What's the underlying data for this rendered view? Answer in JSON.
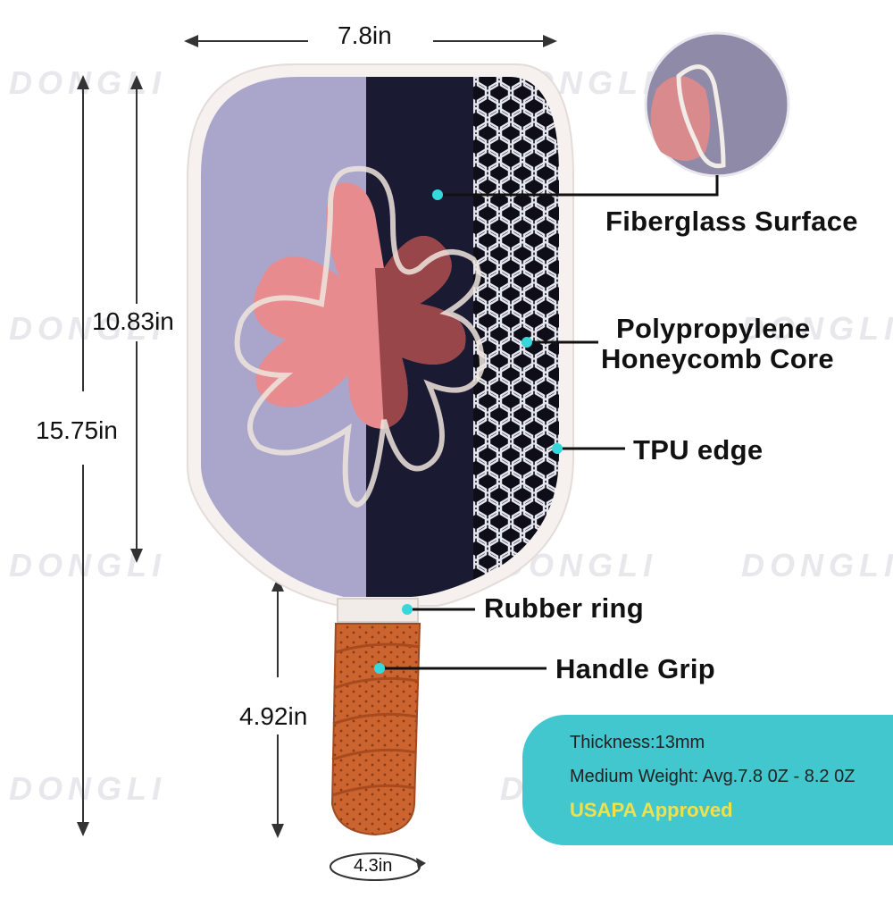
{
  "dimensions": {
    "width_top": "7.8in",
    "face_height": "10.83in",
    "total_height": "15.75in",
    "handle_length": "4.92in",
    "handle_circumference": "4.3in"
  },
  "callouts": {
    "fiberglass": "Fiberglass Surface",
    "core_line1": "Polypropylene",
    "core_line2": "Honeycomb Core",
    "edge": "TPU edge",
    "rubber_ring": "Rubber ring",
    "handle_grip": "Handle Grip"
  },
  "specs": {
    "thickness": "Thickness:13mm",
    "weight": "Medium Weight: Avg.7.8 0Z - 8.2 0Z",
    "approval": "USAPA Approved"
  },
  "watermark": "DONGLI",
  "colors": {
    "lavender": "#aaa5cb",
    "navy": "#1b1a33",
    "coral": "#e88b8f",
    "grip_orange": "#d26a34",
    "teal": "#41c7cd",
    "dot": "#35d9dc",
    "gold": "#f2e04a"
  }
}
